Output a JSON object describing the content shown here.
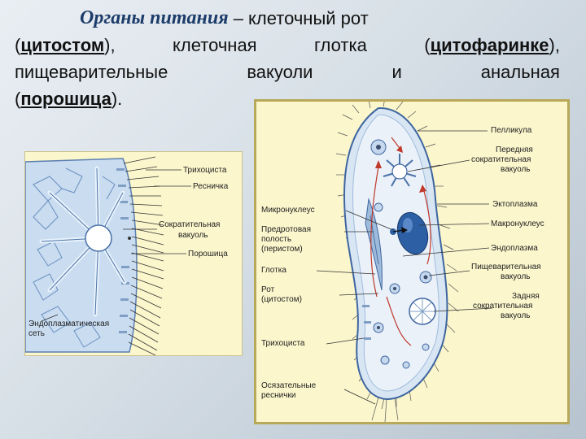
{
  "heading": {
    "title": "Органы питания",
    "dash_text": "– клеточный рот",
    "p1": "(",
    "cytostome": "цитостом",
    "p2": "),",
    "w_kletochnaya": "клеточная",
    "w_glotka": "глотка",
    "p3": "(",
    "cytopharynx": "цитофаринке",
    "p4": "),",
    "w_pishch": "пищеварительные",
    "w_vakuoli": "вакуоли",
    "w_i": "и",
    "w_analnaya": "анальная",
    "p5": "(",
    "cytoproct": "порошица",
    "p6": ")."
  },
  "left_diagram": {
    "labels": {
      "trichocyst": "Трихоциста",
      "cilium": "Ресничка",
      "cv1": "Сократительная",
      "cv2": "вакуоль",
      "poroshitsa": "Порошица",
      "er1": "Эндоплазматическая",
      "er2": "сеть"
    }
  },
  "right_diagram": {
    "labels": {
      "pellicle": "Пелликула",
      "ant1": "Передняя",
      "ant2": "сократительная",
      "ant3": "вакуоль",
      "ecto": "Эктоплазма",
      "micro": "Микронуклеус",
      "macro": "Макронуклеус",
      "pre1": "Предротовая",
      "pre2": "полость",
      "pre3": "(перистом)",
      "endo": "Эндоплазма",
      "dig1": "Пищеварительная",
      "dig2": "вакуоль",
      "pharynx": "Глотка",
      "mouth1": "Рот",
      "mouth2": "(цитостом)",
      "post1": "Задняя",
      "post2": "сократительная",
      "post3": "вакуоль",
      "trich": "Трихоциста",
      "tactile1": "Осязательные",
      "tactile2": "реснички"
    }
  },
  "colors": {
    "title": "#1c3c6a",
    "panel": "#fbf6cc",
    "cell": "#d8e6f4",
    "cell_dark": "#9fbbdb",
    "nucleus": "#2d5fa4"
  }
}
